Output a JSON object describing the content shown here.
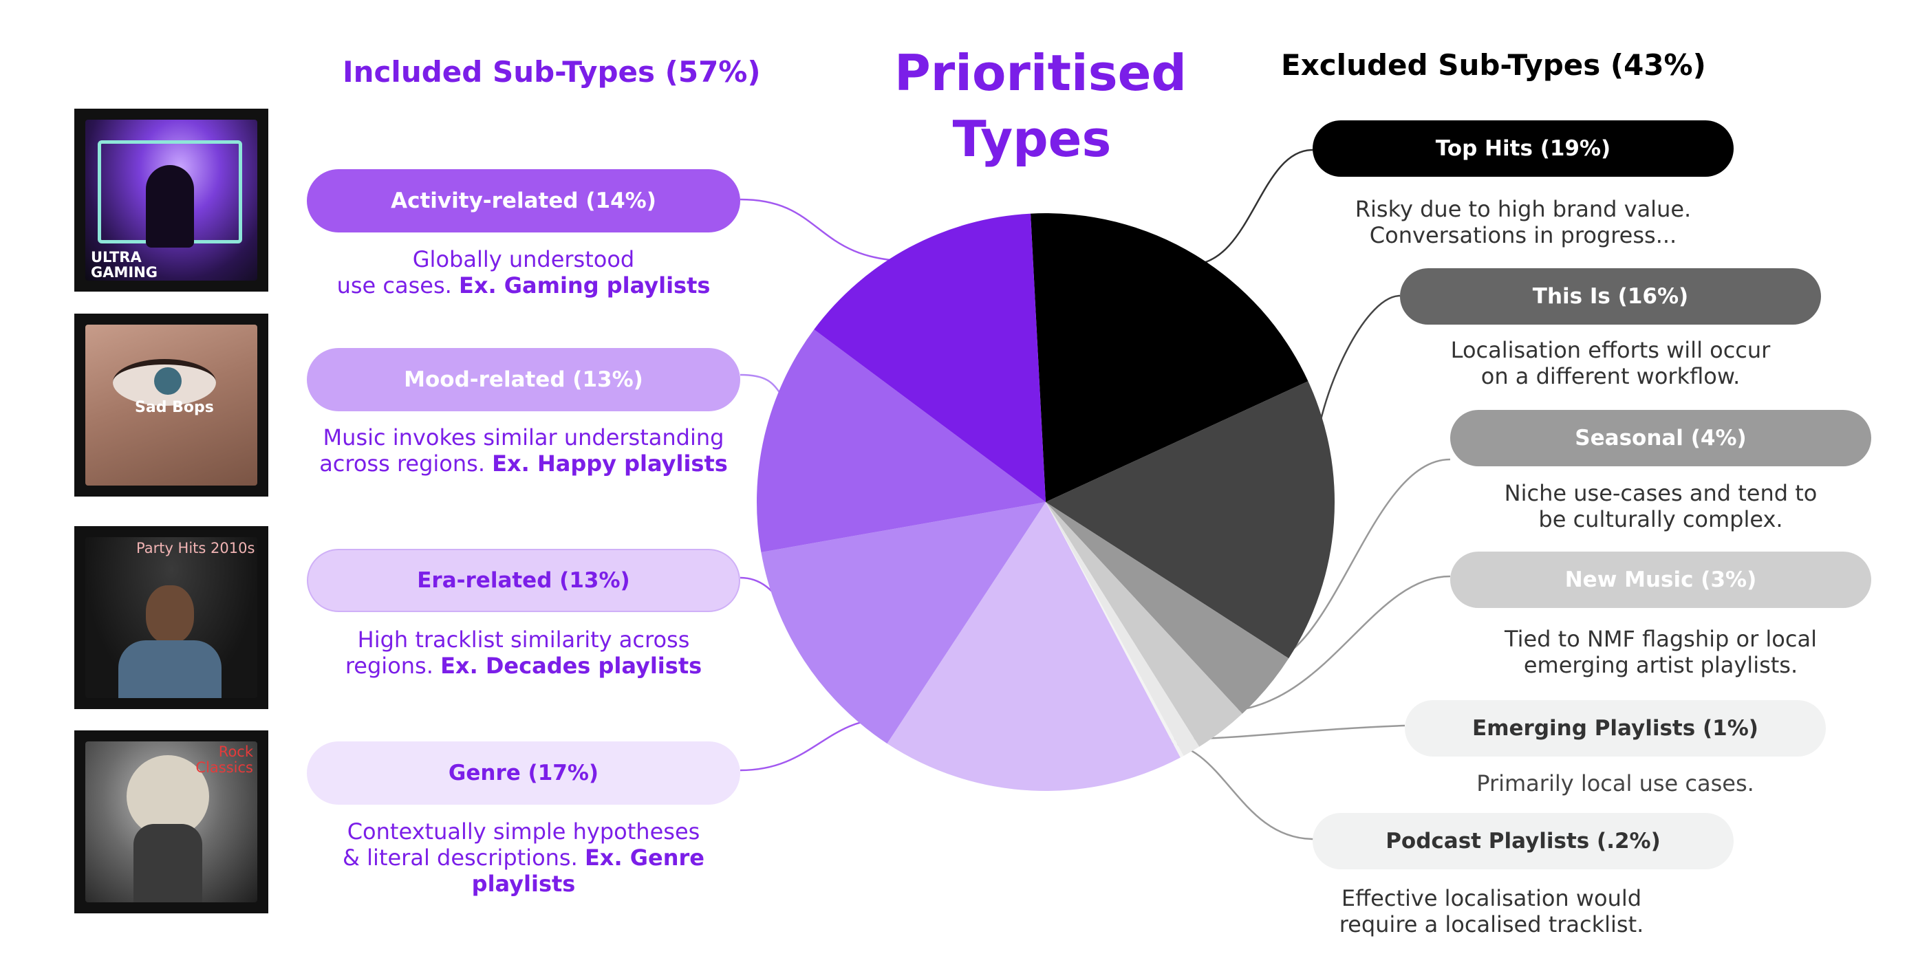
{
  "center_title": {
    "line1": "Prioritised",
    "line2": "Types"
  },
  "included": {
    "heading": "Included Sub-Types (57%)",
    "items": [
      {
        "label": "Activity-related (14%)",
        "desc_line1": "Globally understood",
        "desc_line2_pre": "use cases. ",
        "desc_line2_bold": "Ex. Gaming playlists",
        "color": "#a258f0"
      },
      {
        "label": "Mood-related  (13%)",
        "desc_line1": "Music invokes similar understanding",
        "desc_line2_pre": "across regions. ",
        "desc_line2_bold": "Ex. Happy playlists",
        "color": "#c9a3f8"
      },
      {
        "label": "Era-related (13%)",
        "desc_line1": "High tracklist similarity across",
        "desc_line2_pre": "regions. ",
        "desc_line2_bold": "Ex. Decades playlists",
        "color": "#e3cdfb"
      },
      {
        "label": "Genre (17%)",
        "desc_line1": "Contextually simple hypotheses",
        "desc_line2_pre": "& literal descriptions. ",
        "desc_line2_bold": "Ex. Genre playlists",
        "color": "#efe4fd"
      }
    ]
  },
  "excluded": {
    "heading": "Excluded Sub-Types (43%)",
    "items": [
      {
        "label": "Top Hits (19%)",
        "desc_line1": "Risky due to high brand value.",
        "desc_line2": "Conversations in progress...",
        "color": "#000000",
        "text_color": "#ffffff"
      },
      {
        "label": "This Is (16%)",
        "desc_line1": "Localisation efforts will occur",
        "desc_line2": "on a different workflow.",
        "color": "#666666",
        "text_color": "#ffffff"
      },
      {
        "label": "Seasonal (4%)",
        "desc_line1": "Niche use-cases and tend to",
        "desc_line2": "be culturally complex.",
        "color": "#9b9b9b",
        "text_color": "#ffffff"
      },
      {
        "label": "New Music (3%)",
        "desc_line1": "Tied to NMF flagship or local",
        "desc_line2": "emerging artist playlists.",
        "color": "#cfcfcf",
        "text_color": "#ffffff"
      },
      {
        "label": "Emerging Playlists (1%)",
        "desc_line1": "Primarily local use cases.",
        "desc_line2": "",
        "color": "#f1f2f2",
        "text_color": "#333333"
      },
      {
        "label": "Podcast Playlists (.2%)",
        "desc_line1": "Effective localisation would",
        "desc_line2": "require a localised tracklist.",
        "color": "#f1f2f2",
        "text_color": "#333333"
      }
    ]
  },
  "thumbnails": [
    {
      "title_line1": "ULTRA",
      "title_line2": "GAMING",
      "icon": "gaming-stage-image"
    },
    {
      "title_line1": "Sad Bops",
      "title_line2": "",
      "icon": "crying-eye-image"
    },
    {
      "title_line1": "Party Hits 2010s",
      "title_line2": "",
      "icon": "artist-portrait-image"
    },
    {
      "title_line1": "Rock",
      "title_line2": "Classics",
      "icon": "rock-singer-image"
    }
  ],
  "colors": {
    "accent_purple": "#7b1ee8",
    "desc_purple": "#7b1ee8",
    "excluded_desc": "#333333"
  },
  "chart_data": {
    "type": "pie",
    "title": "Prioritised Types",
    "slices": [
      {
        "name": "Top Hits",
        "value": 19,
        "color": "#000000"
      },
      {
        "name": "This Is",
        "value": 16,
        "color": "#444444"
      },
      {
        "name": "Seasonal",
        "value": 4,
        "color": "#999999"
      },
      {
        "name": "New Music",
        "value": 3,
        "color": "#cccccc"
      },
      {
        "name": "Emerging Playlists",
        "value": 1,
        "color": "#e9e9e9"
      },
      {
        "name": "Podcast Playlists",
        "value": 0.2,
        "color": "#f4f4f4"
      },
      {
        "name": "Genre",
        "value": 17,
        "color": "#d6bcf9"
      },
      {
        "name": "Era-related",
        "value": 13,
        "color": "#b488f5"
      },
      {
        "name": "Mood-related",
        "value": 13,
        "color": "#a063f1"
      },
      {
        "name": "Activity-related",
        "value": 14,
        "color": "#7b1ee8"
      }
    ]
  }
}
